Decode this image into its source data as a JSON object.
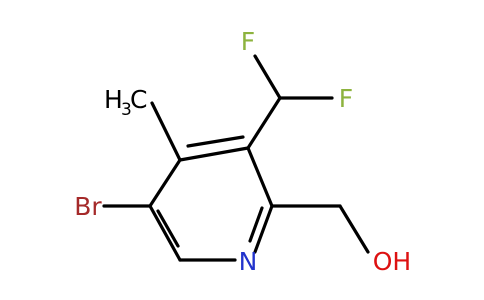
{
  "molecule": {
    "atoms": {
      "fluorine_top": {
        "symbol": "F",
        "color": "#8DB33E"
      },
      "fluorine_right": {
        "symbol": "F",
        "color": "#8DB33E"
      },
      "methyl": {
        "symbol": "H",
        "subscript": "3",
        "carbon": "C",
        "color": "#000000"
      },
      "bromine": {
        "symbol": "Br",
        "color": "#A52A2A"
      },
      "nitrogen": {
        "symbol": "N",
        "color": "#2233CC"
      },
      "hydroxyl": {
        "symbol": "OH",
        "color": "#DD1111"
      }
    },
    "bond_color": "#000000"
  }
}
